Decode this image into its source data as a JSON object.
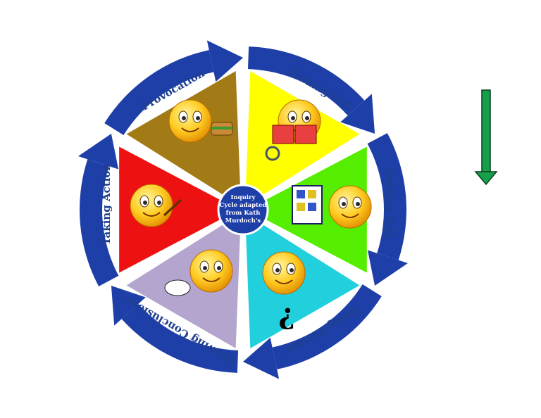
{
  "diagram": {
    "center_text": [
      "Inquiry",
      "Cycle adapted",
      "from Kath",
      "Murdoch's"
    ],
    "segments": [
      {
        "label": "Provocation",
        "color": "#ffff00",
        "icon": "eating-sandwich-smiley-icon"
      },
      {
        "label": "Finding Out",
        "color": "#55ee00",
        "icon": "reading-book-smiley-icon"
      },
      {
        "label": "Sorting Out",
        "color": "#22d0dd",
        "icon": "sorting-board-smiley-icon"
      },
      {
        "label": "Going Further",
        "color": "#b4a5cf",
        "icon": "question-mark-smiley-icon"
      },
      {
        "label": "Drawing Conclusions",
        "color": "#ee1111",
        "icon": "idea-cloud-smiley-icon"
      },
      {
        "label": "Taking Action",
        "color": "#a27b16",
        "icon": "pointing-smiley-icon"
      }
    ],
    "ring_color": "#1e3fa8",
    "center_color": "#1e3fa8",
    "side_arrow": {
      "direction": "down",
      "color": "#16a04a",
      "icon": "down-arrow-icon"
    }
  }
}
